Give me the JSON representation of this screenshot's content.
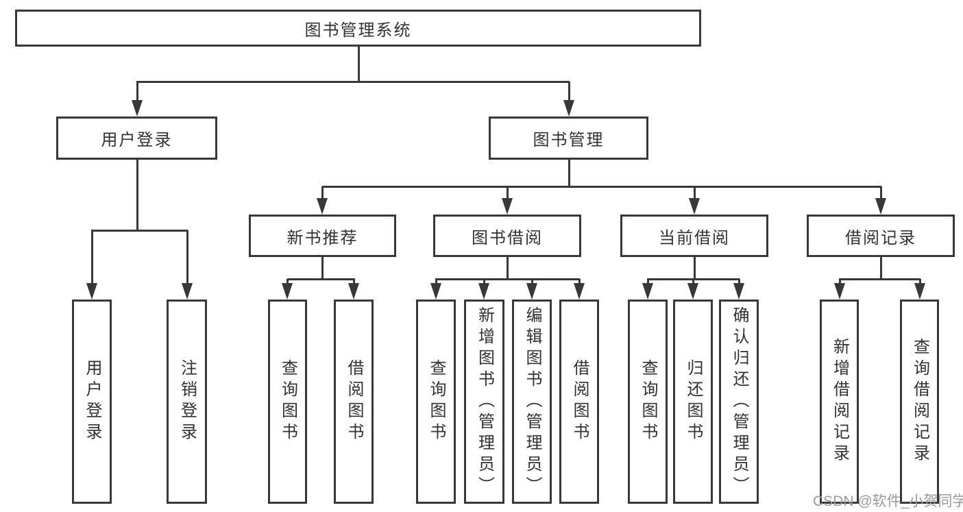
{
  "diagram_title": "图书管理系统",
  "tree": {
    "label": "图书管理系统",
    "children": [
      {
        "label": "用户登录",
        "children": [
          {
            "label": "用户登录"
          },
          {
            "label": "注销登录"
          }
        ]
      },
      {
        "label": "图书管理",
        "children": [
          {
            "label": "新书推荐",
            "children": [
              {
                "label": "查询图书"
              },
              {
                "label": "借阅图书"
              }
            ]
          },
          {
            "label": "图书借阅",
            "children": [
              {
                "label": "查询图书"
              },
              {
                "label": "新增图书（管理员）"
              },
              {
                "label": "编辑图书（管理员）"
              },
              {
                "label": "借阅图书"
              }
            ]
          },
          {
            "label": "当前借阅",
            "children": [
              {
                "label": "查询图书"
              },
              {
                "label": "归还图书"
              },
              {
                "label": "确认归还（管理员）"
              }
            ]
          },
          {
            "label": "借阅记录",
            "children": [
              {
                "label": "新增借阅记录"
              },
              {
                "label": "查询借阅记录"
              }
            ]
          }
        ]
      }
    ]
  },
  "watermark": {
    "text": "CSDN @软件_小贺同学"
  },
  "colors": {
    "line": "#383838",
    "text": "#313131",
    "watermark": "#9a9a9a",
    "background": "#ffffff"
  }
}
